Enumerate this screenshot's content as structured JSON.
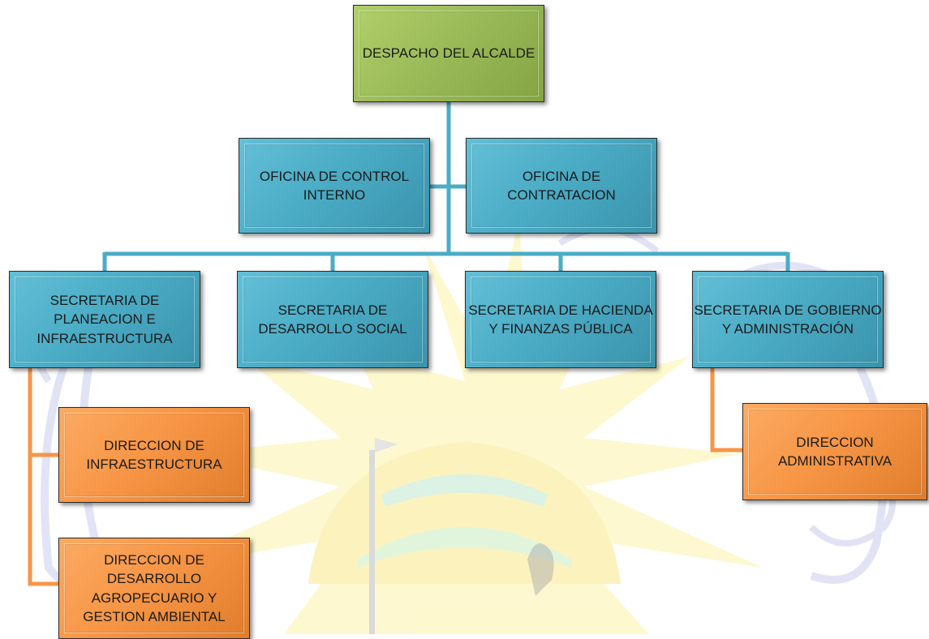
{
  "colors": {
    "executive": "#9bbb59",
    "office": "#4bacc6",
    "directorate": "#f79646",
    "connector_main": "#4bacc6",
    "connector_sub": "#f79646"
  },
  "chart": {
    "top": "DESPACHO DEL ALCALDE",
    "offices": [
      "OFICINA DE CONTROL INTERNO",
      "OFICINA DE CONTRATACION"
    ],
    "secretariats": [
      "SECRETARIA DE PLANEACION E INFRAESTRUCTURA",
      "SECRETARIA DE DESARROLLO SOCIAL",
      "SECRETARIA DE HACIENDA Y FINANZAS PÚBLICA",
      "SECRETARIA DE GOBIERNO Y ADMINISTRACIÓN"
    ],
    "directorates": [
      "DIRECCION DE INFRAESTRUCTURA",
      "DIRECCION DE DESARROLLO AGROPECUARIO Y GESTION AMBIENTAL",
      "DIRECCION ADMINISTRATIVA"
    ]
  }
}
